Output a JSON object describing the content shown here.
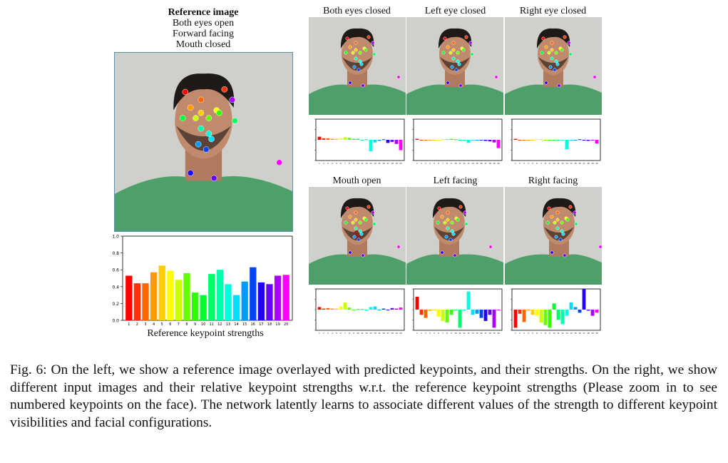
{
  "reference": {
    "title": "Reference image",
    "lines": [
      "Both eyes open",
      "Forward facing",
      "Mouth closed"
    ],
    "chart_caption": "Reference keypoint strengths"
  },
  "panels": [
    {
      "title": "Both eyes closed"
    },
    {
      "title": "Left eye closed"
    },
    {
      "title": "Right eye closed"
    },
    {
      "title": "Mouth open"
    },
    {
      "title": "Left facing"
    },
    {
      "title": "Right facing"
    }
  ],
  "caption": "Fig. 6: On the left, we show a reference image overlayed with predicted keypoints, and their strengths. On the right, we show different input images and their relative keypoint strengths w.r.t. the reference keypoint strengths (Please zoom in to see numbered keypoints on the face). The network latently learns to associate different values of the strength to different keypoint visibilities and facial configurations.",
  "colors": [
    "#ff0000",
    "#ff3300",
    "#ff6600",
    "#ff9900",
    "#ffcc00",
    "#ffff00",
    "#ccff00",
    "#66ff00",
    "#33ff00",
    "#00ff33",
    "#00ff66",
    "#00ffaa",
    "#00ffdd",
    "#00ddff",
    "#0099ff",
    "#0044ff",
    "#2200ff",
    "#6600ff",
    "#aa00ff",
    "#ff00ff"
  ],
  "chart_data": [
    {
      "type": "bar",
      "title": "",
      "xlabel": "Reference keypoint strengths",
      "ylabel": "",
      "categories": [
        "1",
        "2",
        "3",
        "4",
        "5",
        "6",
        "7",
        "8",
        "9",
        "10",
        "11",
        "12",
        "13",
        "14",
        "15",
        "16",
        "17",
        "18",
        "19",
        "20"
      ],
      "values": [
        0.53,
        0.44,
        0.44,
        0.57,
        0.65,
        0.59,
        0.48,
        0.56,
        0.33,
        0.3,
        0.55,
        0.6,
        0.43,
        0.3,
        0.46,
        0.63,
        0.45,
        0.43,
        0.53,
        0.54
      ],
      "ylim": [
        0.0,
        1.0
      ],
      "yticks": [
        "0.0",
        "0.2",
        "0.4",
        "0.6",
        "0.8",
        "1.0"
      ]
    },
    {
      "type": "bar",
      "name": "Both eyes closed",
      "values": [
        0.06,
        0.03,
        0.03,
        0.02,
        0.02,
        0.03,
        0.05,
        0.04,
        0.02,
        0.02,
        -0.01,
        0.01,
        -0.22,
        -0.05,
        -0.02,
        0.01,
        -0.06,
        -0.04,
        -0.08,
        -0.2
      ],
      "ylim": [
        -0.4,
        0.4
      ]
    },
    {
      "type": "bar",
      "name": "Left eye closed",
      "values": [
        0.02,
        0.0,
        0.0,
        0.0,
        0.0,
        0.0,
        0.01,
        0.01,
        0.02,
        0.01,
        0.0,
        -0.02,
        -0.06,
        0.0,
        -0.01,
        -0.01,
        -0.02,
        -0.03,
        -0.05,
        -0.16
      ],
      "ylim": [
        -0.4,
        0.4
      ]
    },
    {
      "type": "bar",
      "name": "Right eye closed",
      "values": [
        0.02,
        0.0,
        0.0,
        0.0,
        0.0,
        0.01,
        0.01,
        0.0,
        -0.01,
        0.0,
        0.0,
        0.0,
        -0.18,
        0.0,
        -0.01,
        0.01,
        -0.01,
        -0.02,
        -0.01,
        -0.07
      ],
      "ylim": [
        -0.4,
        0.4
      ]
    },
    {
      "type": "bar",
      "name": "Mouth open",
      "values": [
        0.05,
        0.02,
        0.03,
        0.02,
        0.02,
        0.06,
        0.14,
        0.04,
        0.0,
        0.01,
        0.01,
        0.0,
        0.05,
        0.06,
        0.0,
        0.02,
        0.0,
        0.03,
        0.02,
        0.04
      ],
      "ylim": [
        -0.4,
        0.4
      ]
    },
    {
      "type": "bar",
      "name": "Left facing",
      "values": [
        0.25,
        -0.1,
        -0.16,
        -0.02,
        0.0,
        -0.14,
        -0.22,
        -0.25,
        -0.1,
        0.0,
        -0.35,
        0.0,
        0.35,
        -0.1,
        -0.08,
        -0.16,
        -0.22,
        -0.1,
        -0.35,
        0.0
      ],
      "ylim": [
        -0.4,
        0.4
      ]
    },
    {
      "type": "bar",
      "name": "Right facing",
      "values": [
        -0.35,
        -0.08,
        -0.24,
        0.0,
        -0.1,
        -0.12,
        -0.25,
        -0.3,
        -0.35,
        0.12,
        -0.2,
        -0.28,
        -0.12,
        0.14,
        0.05,
        -0.06,
        0.4,
        -0.02,
        -0.12,
        -0.06
      ],
      "ylim": [
        -0.4,
        0.4
      ]
    }
  ]
}
